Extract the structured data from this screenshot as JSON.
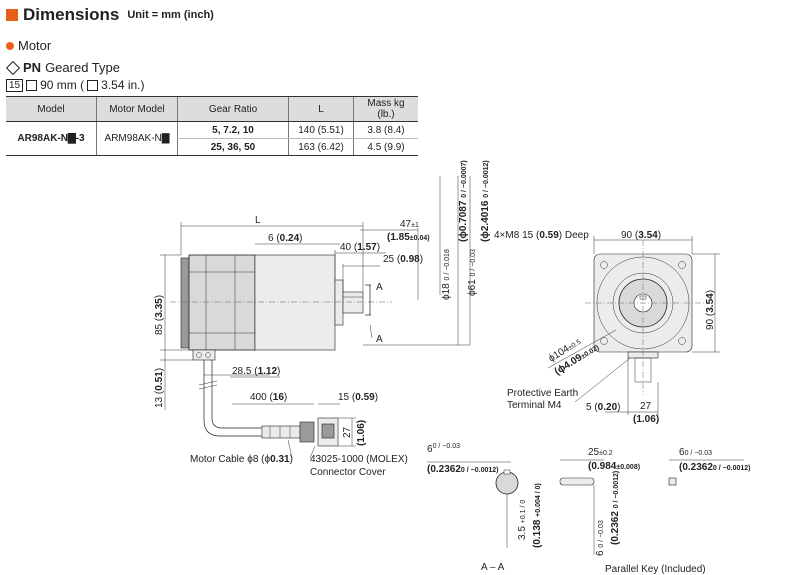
{
  "header": {
    "title": "Dimensions",
    "unit": "Unit = mm (inch)"
  },
  "section": {
    "motor": "Motor",
    "type_bold": "PN",
    "type_rest": "Geared Type",
    "size_badge": "15",
    "size_text": "90 mm (",
    "size_text2": "3.54 in.)"
  },
  "table": {
    "headers": [
      "Model",
      "Motor Model",
      "Gear Ratio",
      "L",
      "Mass kg (lb.)"
    ],
    "model": "AR98AK-N▇-3",
    "motor_model": "ARM98AK-N▇",
    "rows": [
      {
        "ratio": "5, 7.2, 10",
        "L": "140 (5.51)",
        "mass": "3.8 (8.4)"
      },
      {
        "ratio": "25, 36, 50",
        "L": "163 (6.42)",
        "mass": "4.5 (9.9)"
      }
    ]
  },
  "drawing": {
    "L": "L",
    "d47": "47",
    "d47tol": "±1",
    "d185": "(1.85",
    "d185tol": "±0.04)",
    "d6": "6 (",
    "d6b": "0.24",
    "d40": "40 (",
    "d40b": "1.57",
    "d25": "25 (",
    "d25b": "0.98",
    "d85": "85 (",
    "d85b": "3.35",
    "d13": "13 (",
    "d13b": "0.51",
    "d285": "28.5 (",
    "d285b": "1.12",
    "d400": "400 (",
    "d400b": "16",
    "d15": "15 (",
    "d15b": "0.59",
    "d27": "27",
    "d106": "(1.06)",
    "phi18": "ϕ18",
    "phi18tol": "0 / −0.018",
    "phi07087": "(ϕ0.7087",
    "phi07087tol": "0 / −0.0007)",
    "phi61": "ϕ61",
    "phi61tol": "0 / −0.03",
    "phi24016": "(ϕ2.4016",
    "phi24016tol": "0 / −0.0012)",
    "section_a": "A",
    "m8": "4×M8 15 (",
    "m8b": "0.59",
    "m8c": ") Deep",
    "d90": "90 (",
    "d90b": "3.54",
    "phi104": "ϕ104",
    "phi104tol": "±0.5",
    "phi409": "(ϕ4.09",
    "phi409tol": "±0.02)",
    "pe1": "Protective Earth",
    "pe2": "Terminal M4",
    "d5": "5 (",
    "d5b": "0.20",
    "d27r": "27",
    "d106r": "1.06",
    "cable": "Motor Cable ϕ8 (ϕ",
    "cableb": "0.31",
    "molex": "43025-1000 (MOLEX)",
    "cover": "Connector Cover",
    "k6": "6",
    "k6tol": "0 / −0.03",
    "k2362": "(0.2362",
    "k2362tol": "0 / −0.0012)",
    "k25": "25",
    "k25tol": "±0.2",
    "k0984": "(0.984",
    "k0984tol": "±0.008)",
    "k35": "3.5",
    "k35tol": "+0.1 / 0",
    "k0138": "(0.138",
    "k0138tol": "+0.004 / 0)",
    "aa": "A – A",
    "parallel_key": "Parallel Key (Included)"
  }
}
